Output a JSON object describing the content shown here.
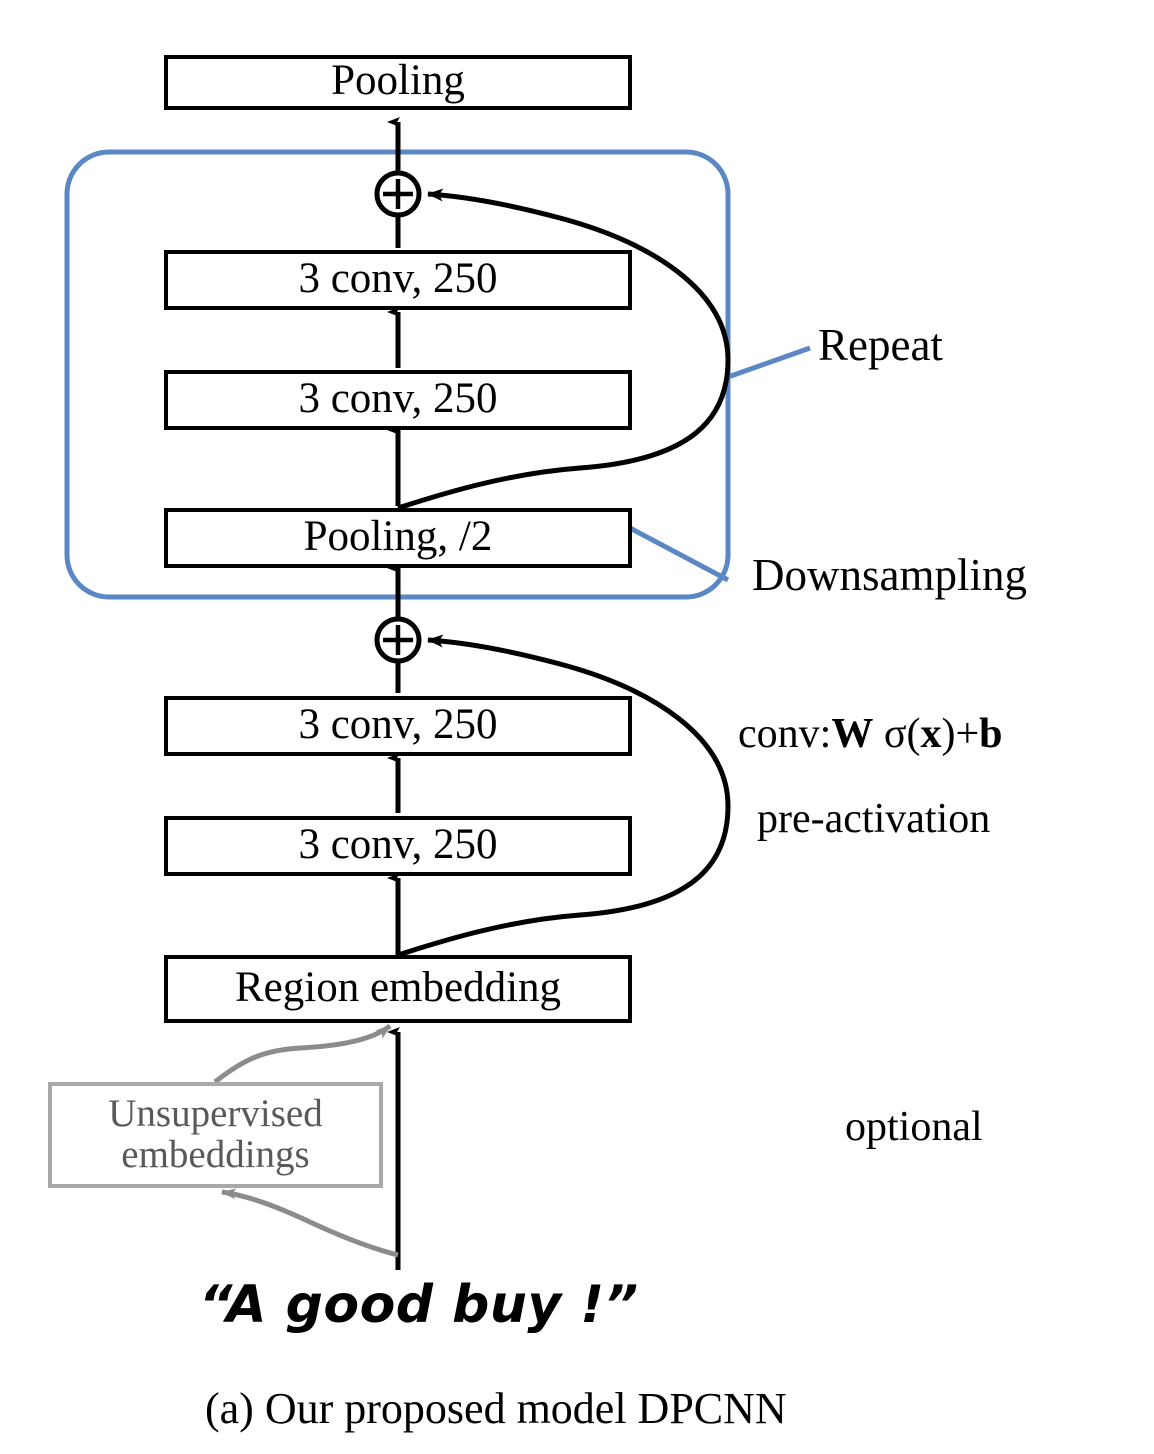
{
  "diagram": {
    "title": "DPCNN architecture",
    "caption": "(a)  Our proposed model DPCNN",
    "input_text": "“A good buy !”",
    "blocks": [
      {
        "id": "pooling-top",
        "label": "Pooling"
      },
      {
        "id": "conv-upper-2",
        "label": "3 conv, 250"
      },
      {
        "id": "conv-upper-1",
        "label": "3 conv, 250"
      },
      {
        "id": "pooling-half",
        "label": "Pooling, /2"
      },
      {
        "id": "conv-lower-2",
        "label": "3 conv, 250"
      },
      {
        "id": "conv-lower-1",
        "label": "3 conv, 250"
      },
      {
        "id": "region-embedding",
        "label": "Region embedding"
      }
    ],
    "unsupervised_box": {
      "line1": "Unsupervised",
      "line2": "embeddings"
    },
    "annotations": {
      "repeat": "Repeat",
      "downsampling": "Downsampling",
      "conv_formula_prefix": "conv:",
      "conv_formula_W": "W",
      "conv_formula_sigma": " σ(",
      "conv_formula_x": "x",
      "conv_formula_close": ")+",
      "conv_formula_b": "b",
      "pre_activation": "pre-activation",
      "optional": "optional"
    },
    "operators": {
      "add_upper": "⊕",
      "add_lower": "⊕"
    },
    "colors": {
      "accent_blue": "#5b87c5",
      "box_border": "#000000",
      "gray_box_border": "#a9a9a9",
      "gray_text": "#595959",
      "background": "#ffffff"
    }
  }
}
